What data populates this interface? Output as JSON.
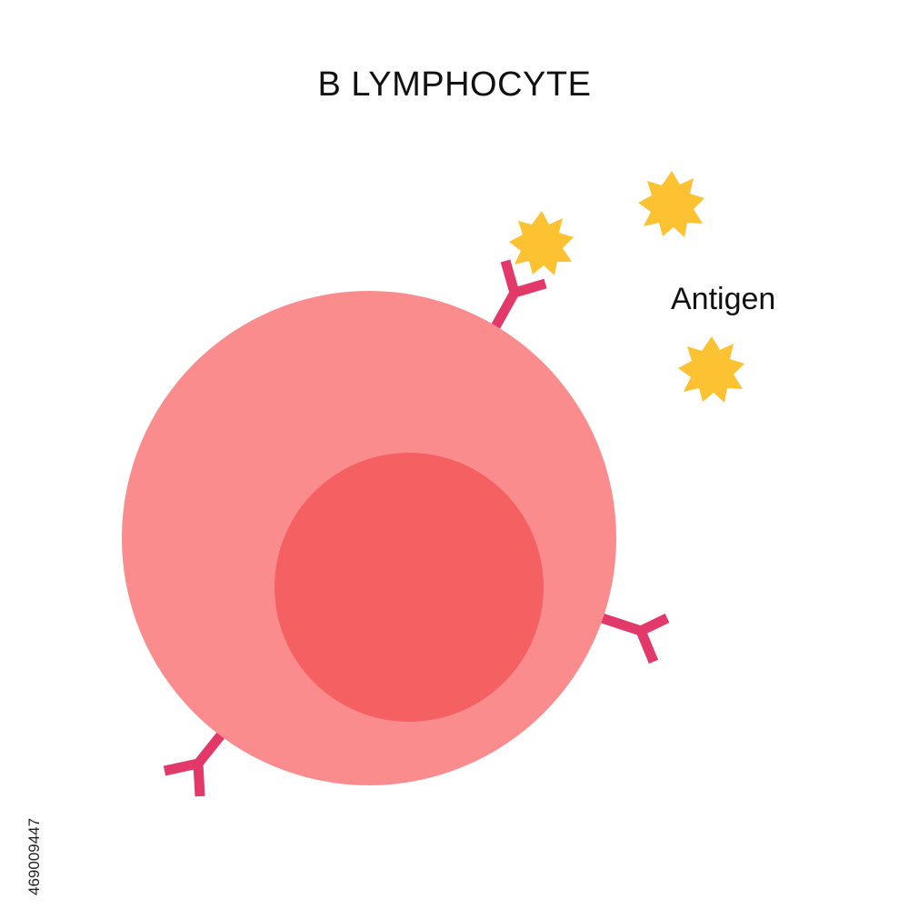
{
  "title": "B LYMPHOCYTE",
  "labels": {
    "antigen": "Antigen"
  },
  "stock_id": "469009447",
  "colors": {
    "cell_body": "#fb8c8e",
    "nucleus": "#f56162",
    "receptor": "#e2386a",
    "antigen": "#fcc232",
    "text": "#111111"
  },
  "icons": {
    "antigen": "starburst-particle",
    "receptor": "y-shaped-antibody"
  }
}
